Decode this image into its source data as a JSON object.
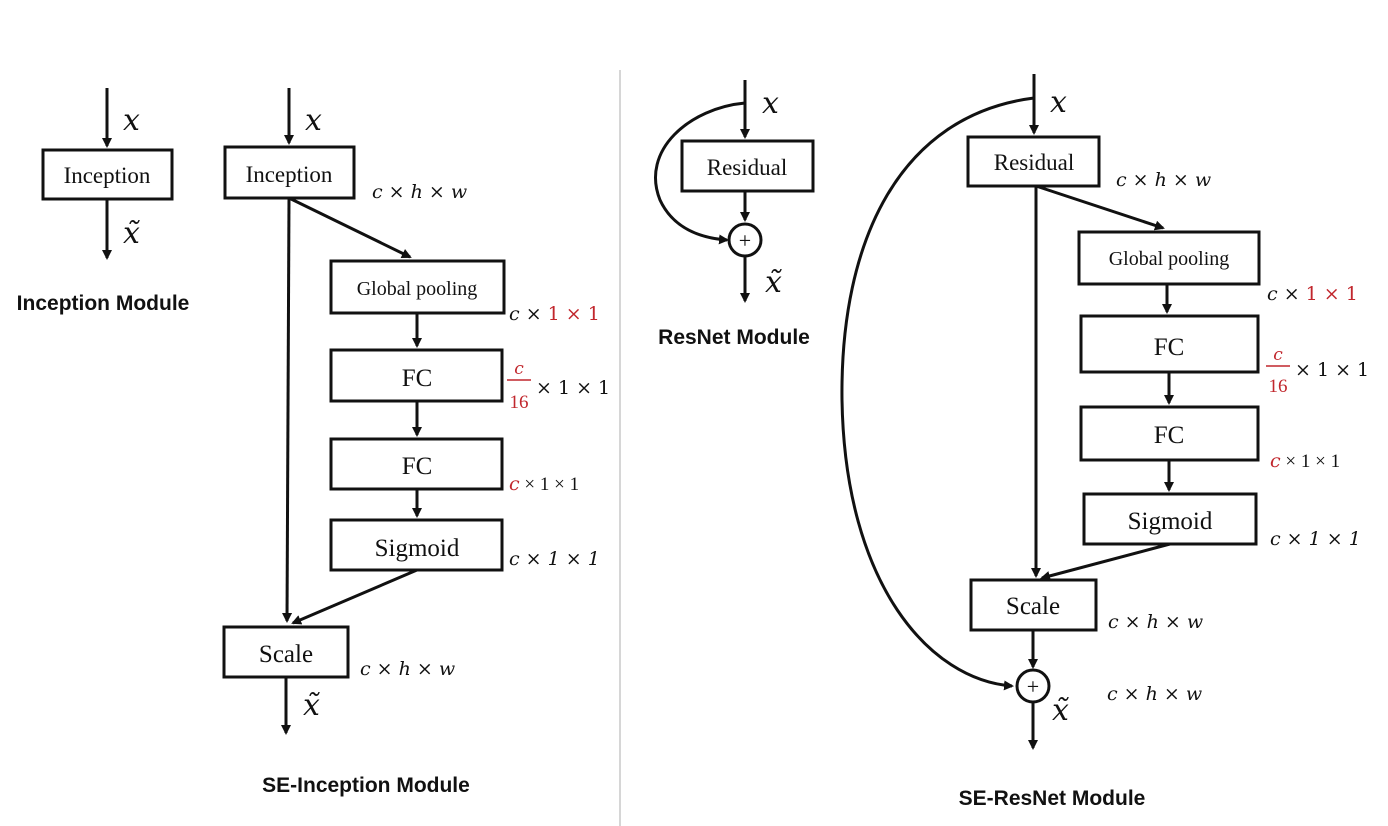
{
  "panels": {
    "inception": {
      "caption": "Inception Module",
      "input": "x",
      "block": "Inception",
      "output": "x̃"
    },
    "se_inception": {
      "caption": "SE-Inception Module",
      "input": "x",
      "blocks": {
        "inception": "Inception",
        "global_pooling": "Global pooling",
        "fc1": "FC",
        "fc2": "FC",
        "sigmoid": "Sigmoid",
        "scale": "Scale"
      },
      "output": "x̃",
      "dims": {
        "inception": "c × h × w",
        "pool_c": "c",
        "pool_11": "1 × 1",
        "fc1_num": "c",
        "fc1_den": "16",
        "fc1_rest": "× 1 × 1",
        "fc2_c": "c",
        "fc2_rest": " × 1 × 1",
        "sigmoid": "c × 1 × 1",
        "scale": "c × h × w"
      }
    },
    "resnet": {
      "caption": "ResNet Module",
      "input": "x",
      "block": "Residual",
      "plus": "+",
      "output": "x̃"
    },
    "se_resnet": {
      "caption": "SE-ResNet Module",
      "input": "x",
      "blocks": {
        "residual": "Residual",
        "global_pooling": "Global pooling",
        "fc1": "FC",
        "fc2": "FC",
        "sigmoid": "Sigmoid",
        "scale": "Scale"
      },
      "plus": "+",
      "output": "x̃",
      "dims": {
        "residual": "c × h × w",
        "pool_c": "c",
        "pool_11": "1 × 1",
        "fc1_num": "c",
        "fc1_den": "16",
        "fc1_rest": "× 1 × 1",
        "fc2_c": "c",
        "fc2_rest": " × 1 × 1",
        "sigmoid": "c × 1 × 1",
        "scale": "c × h × w",
        "sum": "c × h × w"
      }
    }
  },
  "colors": {
    "ink": "#111111",
    "accent_red": "#c1272d",
    "separator": "#d6d6d6"
  }
}
